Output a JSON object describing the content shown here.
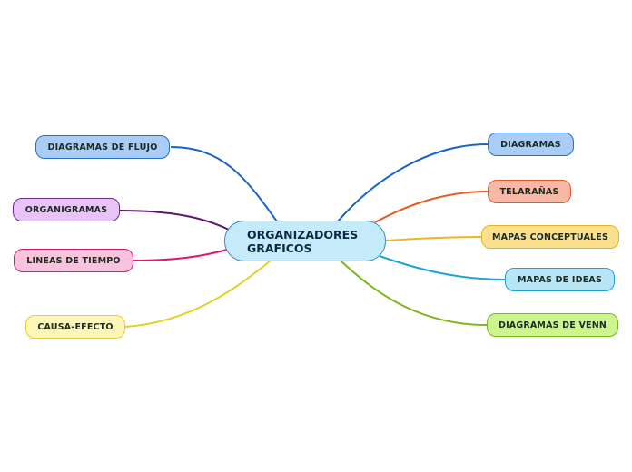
{
  "center": {
    "label": "ORGANIZADORES\nGRAFICOS",
    "fill": "#c5ebfa",
    "border": "#3a87c2"
  },
  "left_nodes": [
    {
      "id": "n-flujo",
      "label": "DIAGRAMAS DE FLUJO",
      "fill": "#a9cdf7",
      "border": "#2a6fbf",
      "line": "#1a64c8"
    },
    {
      "id": "n-organi",
      "label": "ORGANIGRAMAS",
      "fill": "#e9c3f7",
      "border": "#6a2a8a",
      "line": "#5a1a6e"
    },
    {
      "id": "n-lineas",
      "label": "LINEAS DE TIEMPO",
      "fill": "#f8c3dc",
      "border": "#d61a78",
      "line": "#e0176e"
    },
    {
      "id": "n-causa",
      "label": "CAUSA-EFECTO",
      "fill": "#fdf6b8",
      "border": "#e3d22a",
      "line": "#e1d226"
    }
  ],
  "right_nodes": [
    {
      "id": "n-diag",
      "label": "DIAGRAMAS",
      "fill": "#a9cdf7",
      "border": "#2a6fbf",
      "line": "#1a64c8"
    },
    {
      "id": "n-tela",
      "label": "TELARAÑAS",
      "fill": "#f7b9a6",
      "border": "#e0582a",
      "line": "#e85a26"
    },
    {
      "id": "n-mapas-c",
      "label": "MAPAS CONCEPTUALES",
      "fill": "#fbe08e",
      "border": "#eab222",
      "line": "#efb521"
    },
    {
      "id": "n-mapas-i",
      "label": "MAPAS DE IDEAS",
      "fill": "#b7e7f7",
      "border": "#21a0d8",
      "line": "#1ca3dc"
    },
    {
      "id": "n-venn",
      "label": "DIAGRAMAS DE VENN",
      "fill": "#cdf58e",
      "border": "#7ab522",
      "line": "#80b51e"
    }
  ]
}
